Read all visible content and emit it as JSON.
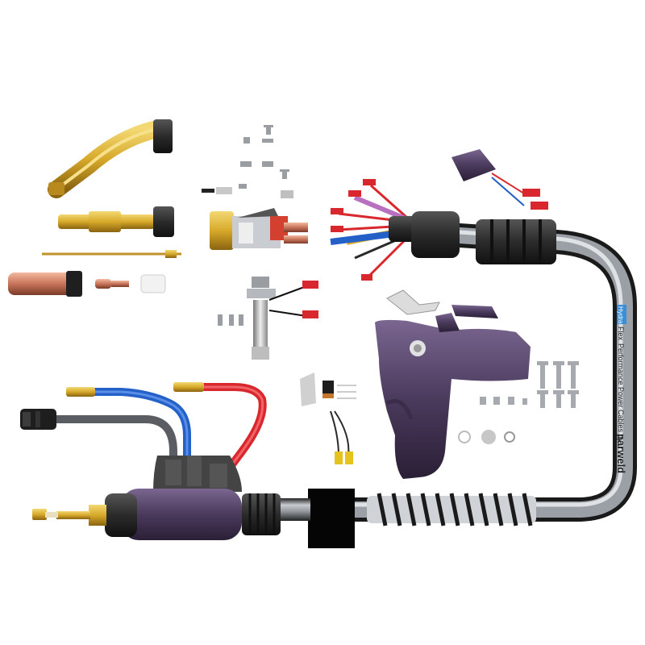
{
  "cable_print": {
    "badge": "Hydra",
    "line1": "Flex",
    "line2": "Performance Power Cables by",
    "brand": "parweld"
  },
  "colors": {
    "body_purple": "#4a3a5c",
    "brass": "#d7a92a",
    "copper": "#c8745a",
    "rubber": "#2b2b2b",
    "cable_grey": "#8e9399",
    "hose_blue": "#2360c8",
    "hose_red": "#d8282e",
    "badge_blue": "#3a8fd8"
  }
}
